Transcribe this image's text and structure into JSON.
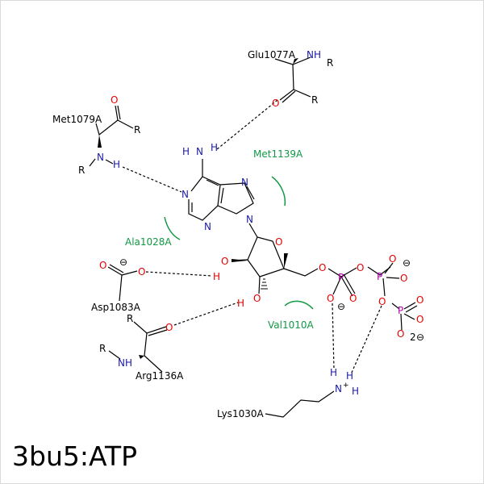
{
  "title": "3bu5:ATP",
  "colors": {
    "carbon": "#000000",
    "nitrogen": "#1a1aa6",
    "oxygen": "#e60000",
    "phosphorus": "#b200b2",
    "residue_contact": "#119944"
  },
  "residues": {
    "glu1077": "Glu1077A",
    "met1079": "Met1079A",
    "met1139": "Met1139A",
    "ala1028": "Ala1028A",
    "asp1083": "Asp1083A",
    "val1010": "Val1010A",
    "arg1136": "Arg1136A",
    "lys1030": "Lys1030A"
  },
  "atoms": {
    "N": "N",
    "NH": "NH",
    "H": "H",
    "O": "O",
    "P": "P",
    "R": "R",
    "minus": "⊖",
    "plus": "+",
    "two": "2"
  }
}
